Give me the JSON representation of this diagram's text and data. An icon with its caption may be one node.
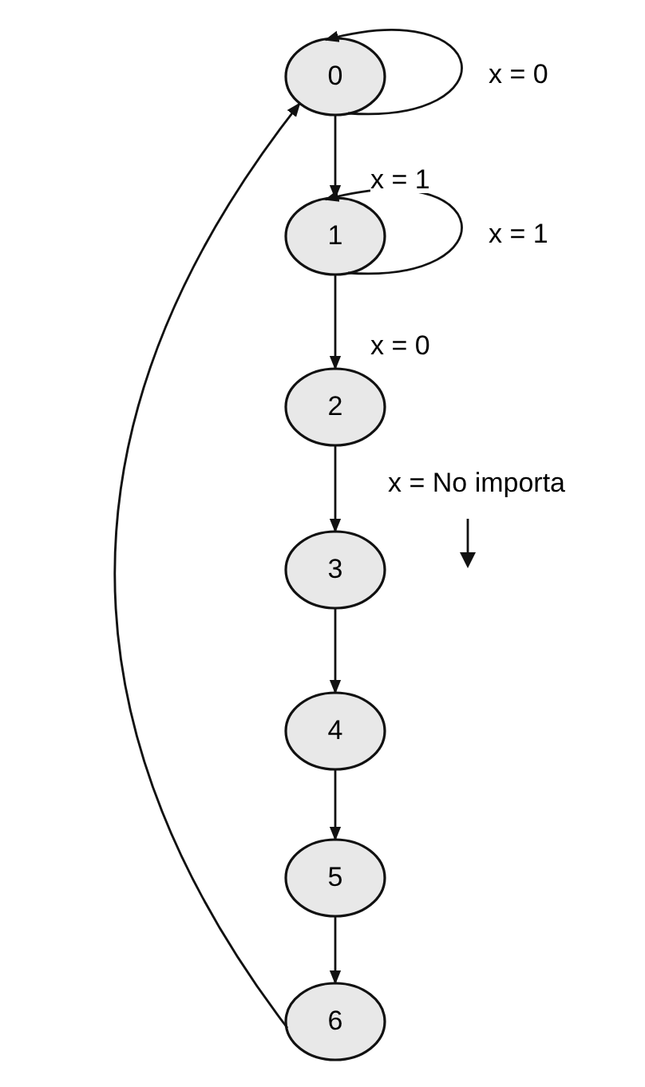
{
  "diagram": {
    "nodes": [
      {
        "text": [
          "0"
        ]
      },
      {
        "text": [
          "1"
        ]
      },
      {
        "text": [
          "2"
        ]
      },
      {
        "text": [
          "3"
        ]
      },
      {
        "text": [
          "4"
        ]
      },
      {
        "text": [
          "5"
        ]
      },
      {
        "text": [
          "6"
        ]
      }
    ],
    "edges": [
      {
        "from": 0,
        "to": 0,
        "arrow": "to",
        "label": "x = 0"
      },
      {
        "from": 0,
        "to": 1,
        "arrow": "to",
        "label": "x = 1"
      },
      {
        "from": 1,
        "to": 1,
        "arrow": "to",
        "label": "x = 1"
      },
      {
        "from": 1,
        "to": 2,
        "arrow": "to",
        "label": "x = 0"
      },
      {
        "from": 2,
        "to": 3,
        "arrow": "to"
      },
      {
        "from": 3,
        "to": 4,
        "arrow": "to"
      },
      {
        "from": 4,
        "to": 5,
        "arrow": "to"
      },
      {
        "from": 5,
        "to": 6,
        "arrow": "to"
      },
      {
        "from": 6,
        "to": 0,
        "arrow": "to"
      }
    ],
    "labels": [
      "x = No importa"
    ]
  }
}
